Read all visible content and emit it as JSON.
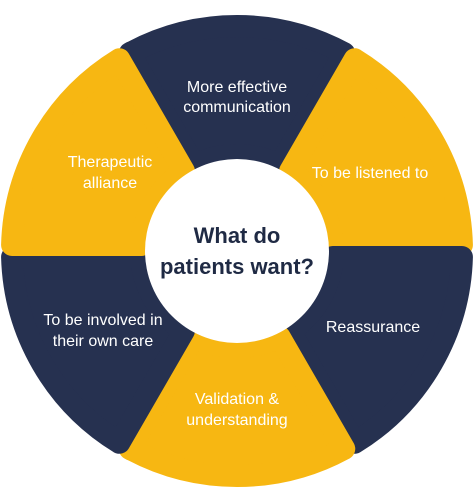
{
  "center": {
    "line1": "What do",
    "line2": "patients want?"
  },
  "segments": [
    {
      "id": "communication",
      "lines": [
        "More effective",
        "communication"
      ],
      "color": "#263150"
    },
    {
      "id": "listened",
      "lines": [
        "To be listened to"
      ],
      "color": "#f7b712"
    },
    {
      "id": "reassurance",
      "lines": [
        "Reassurance"
      ],
      "color": "#263150"
    },
    {
      "id": "validation",
      "lines": [
        "Validation &",
        "understanding"
      ],
      "color": "#f7b712"
    },
    {
      "id": "involved",
      "lines": [
        "To be involved in",
        "their own care"
      ],
      "color": "#263150"
    },
    {
      "id": "alliance",
      "lines": [
        "Therapeutic",
        "alliance"
      ],
      "color": "#f7b712"
    }
  ],
  "colors": {
    "navy": "#263150",
    "gold": "#f7b712",
    "center_fill": "#ffffff",
    "center_text": "#1f2a44"
  }
}
